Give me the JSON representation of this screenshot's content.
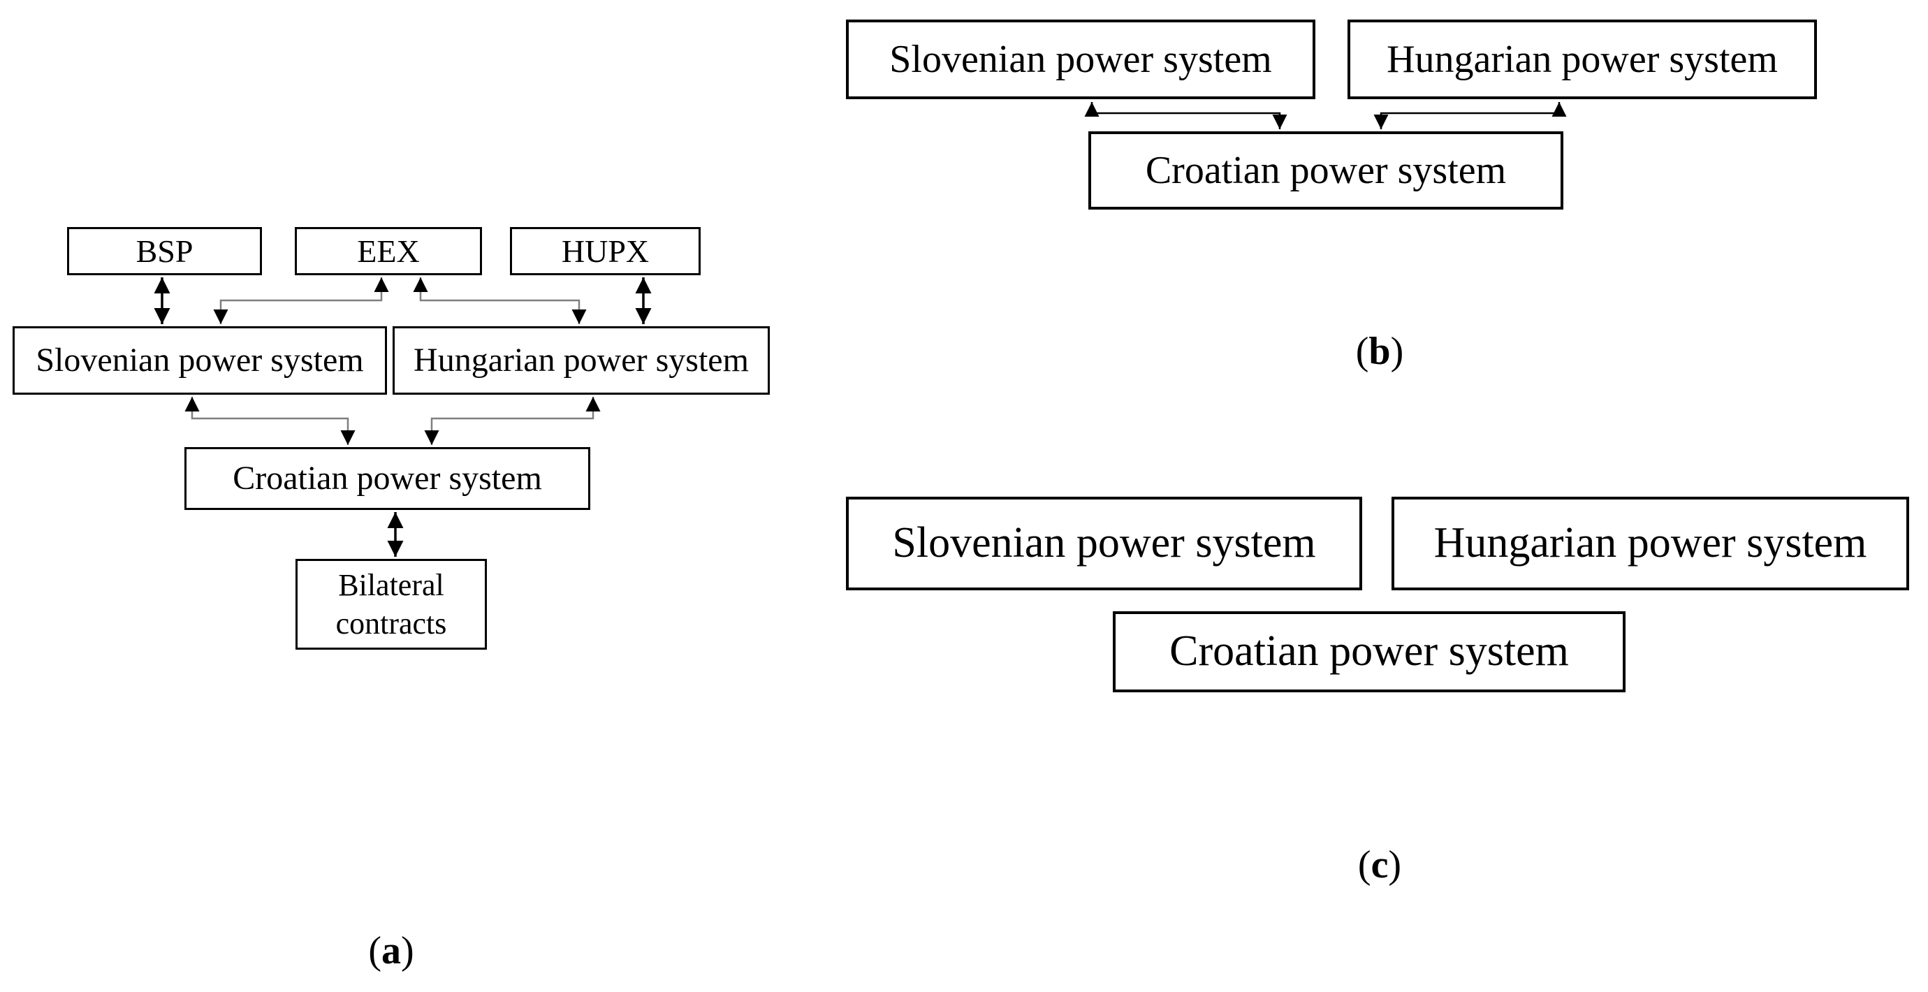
{
  "figure": {
    "description": "Block diagram of electricity market participation of the Croatian power system, three variants labeled (a), (b) and (c)"
  },
  "colors": {
    "background": "#ffffff",
    "box_border": "#000000",
    "text": "#000000",
    "connector_gray": "#7f7f7f",
    "connector_black": "#000000",
    "arrowhead": "#000000"
  },
  "diagrams": {
    "a": {
      "caption": {
        "open": "(",
        "letter": "a",
        "close": ")"
      },
      "boxes": {
        "bsp": "BSP",
        "eex": "EEX",
        "hupx": "HUPX",
        "slovenian": "Slovenian power system",
        "hungarian": "Hungarian power system",
        "croatian": "Croatian power system",
        "bilateral": "Bilateral contracts"
      },
      "connections": [
        {
          "from": "BSP",
          "to": "Slovenian power system",
          "style": "straight-double-arrow"
        },
        {
          "from": "EEX",
          "to": "Slovenian power system",
          "style": "elbow-double-arrow"
        },
        {
          "from": "EEX",
          "to": "Hungarian power system",
          "style": "elbow-double-arrow"
        },
        {
          "from": "HUPX",
          "to": "Hungarian power system",
          "style": "straight-double-arrow"
        },
        {
          "from": "Slovenian power system",
          "to": "Croatian power system",
          "style": "elbow-double-arrow"
        },
        {
          "from": "Hungarian power system",
          "to": "Croatian power system",
          "style": "elbow-double-arrow"
        },
        {
          "from": "Croatian power system",
          "to": "Bilateral contracts",
          "style": "straight-double-arrow"
        }
      ]
    },
    "b": {
      "caption": {
        "open": "(",
        "letter": "b",
        "close": ")"
      },
      "boxes": {
        "slovenian": "Slovenian power system",
        "hungarian": "Hungarian power system",
        "croatian": "Croatian power system"
      },
      "connections": [
        {
          "from": "Slovenian power system",
          "to": "Croatian power system",
          "style": "elbow-double-arrow"
        },
        {
          "from": "Hungarian power system",
          "to": "Croatian power system",
          "style": "elbow-double-arrow"
        }
      ]
    },
    "c": {
      "caption": {
        "open": "(",
        "letter": "c",
        "close": ")"
      },
      "boxes": {
        "slovenian": "Slovenian power system",
        "hungarian": "Hungarian power system",
        "croatian": "Croatian power system"
      },
      "connections": []
    }
  }
}
